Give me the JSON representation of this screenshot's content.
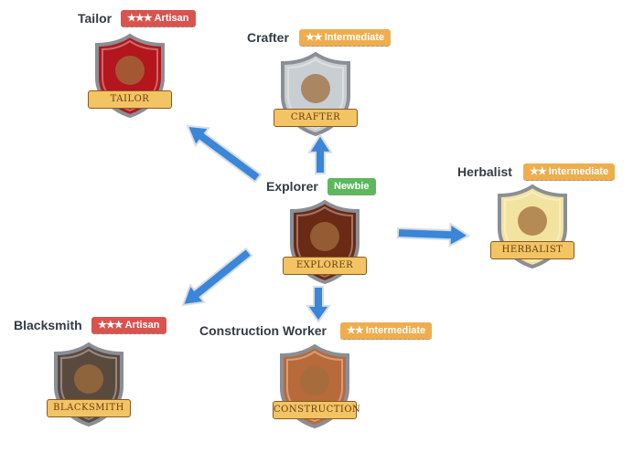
{
  "nodes": [
    {
      "id": "tailor",
      "name": "Tailor",
      "banner": "TAILOR",
      "level": "Artisan",
      "stars": "★★★",
      "color": "#d9534f",
      "shield": "#b3161c"
    },
    {
      "id": "crafter",
      "name": "Crafter",
      "banner": "CRAFTER",
      "level": "Intermediate",
      "stars": "★★",
      "color": "#f0ad4e",
      "shield": "#c9ced3"
    },
    {
      "id": "explorer",
      "name": "Explorer",
      "banner": "EXPLORER",
      "level": "Newbie",
      "stars": "",
      "color": "#5cb85c",
      "shield": "#6b2a14"
    },
    {
      "id": "herbalist",
      "name": "Herbalist",
      "banner": "HERBALIST",
      "level": "Intermediate",
      "stars": "★★",
      "color": "#f0ad4e",
      "shield": "#f3e3a0"
    },
    {
      "id": "blacksmith",
      "name": "Blacksmith",
      "banner": "BLACKSMITH",
      "level": "Artisan",
      "stars": "★★★",
      "color": "#d9534f",
      "shield": "#5a4a3e"
    },
    {
      "id": "construction",
      "name": "Construction Worker",
      "banner": "CONSTRUCTION",
      "level": "Intermediate",
      "stars": "★★",
      "color": "#f0ad4e",
      "shield": "#b86a3a"
    }
  ],
  "arrow_color": "#3a86d8"
}
